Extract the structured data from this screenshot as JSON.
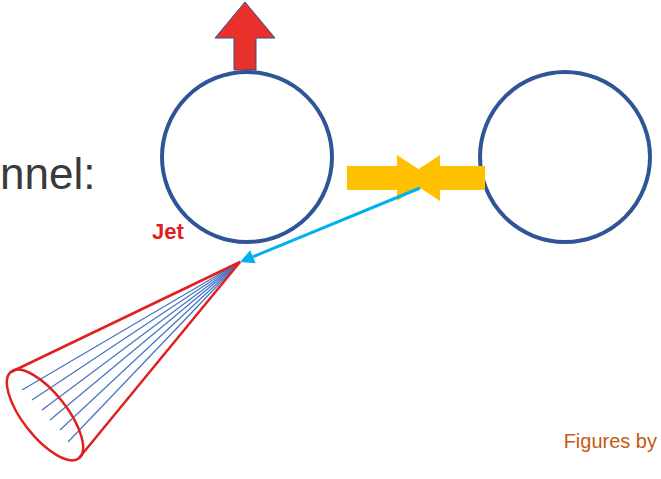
{
  "diagram": {
    "labels": [
      "nnel:",
      "Jet",
      "Figures by"
    ]
  }
}
